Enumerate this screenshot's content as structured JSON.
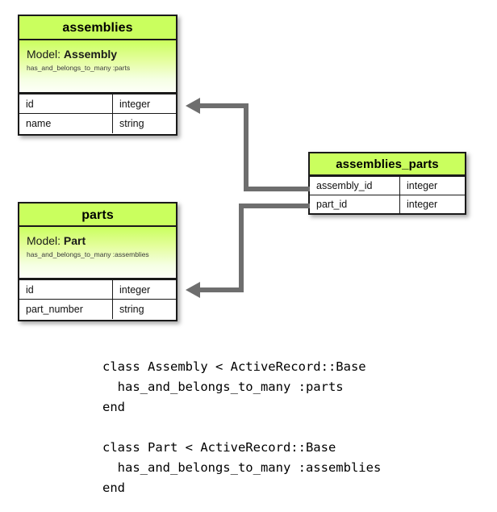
{
  "diagram": {
    "title_hidden": "",
    "tables": [
      {
        "id": "assemblies",
        "name": "assemblies",
        "model_label": "Model:",
        "model_name": "Assembly",
        "association": "has_and_belongs_to_many :parts",
        "columns": [
          {
            "name": "id",
            "type": "integer"
          },
          {
            "name": "name",
            "type": "string"
          }
        ]
      },
      {
        "id": "parts",
        "name": "parts",
        "model_label": "Model:",
        "model_name": "Part",
        "association": "has_and_belongs_to_many :assemblies",
        "columns": [
          {
            "name": "id",
            "type": "integer"
          },
          {
            "name": "part_number",
            "type": "string"
          }
        ]
      },
      {
        "id": "assemblies_parts",
        "name": "assemblies_parts",
        "columns": [
          {
            "name": "assembly_id",
            "type": "integer"
          },
          {
            "name": "part_id",
            "type": "integer"
          }
        ]
      }
    ],
    "relationships": [
      {
        "from": "assemblies_parts.assembly_id",
        "to": "assemblies.id"
      },
      {
        "from": "assemblies_parts.part_id",
        "to": "parts.id"
      }
    ],
    "colors": {
      "header_green": "#caff5e",
      "border": "#1a1a1a",
      "connector_gray": "#6e6e6e",
      "background": "#ffffff"
    }
  },
  "code": {
    "language": "ruby",
    "text": "class Assembly < ActiveRecord::Base\n  has_and_belongs_to_many :parts\nend\n\nclass Part < ActiveRecord::Base\n  has_and_belongs_to_many :assemblies\nend"
  }
}
